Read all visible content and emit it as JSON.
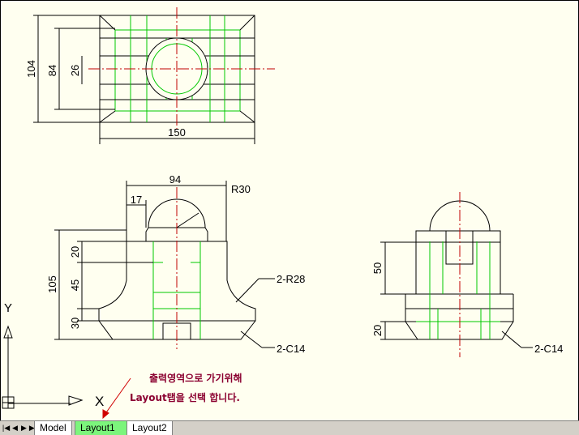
{
  "colors": {
    "background": "#fffff0",
    "geometry": "#000000",
    "hidden": "#00c800",
    "centerline": "#c00000",
    "annotation": "#8b0030",
    "highlight": "#7cf57c"
  },
  "top_view": {
    "dim_width": "150",
    "dim_height_outer": "104",
    "dim_height_mid": "84",
    "dim_height_inner": "26"
  },
  "front_view": {
    "dim_top_width": "94",
    "dim_offset": "17",
    "dim_radius": "R30",
    "dim_total_height": "105",
    "dim_h1": "20",
    "dim_h2": "45",
    "dim_h3": "30",
    "label_fillet": "2-R28",
    "label_chamfer": "2-C14"
  },
  "side_view": {
    "dim_upper": "50",
    "dim_lower": "20",
    "label_chamfer": "2-C14"
  },
  "ucs": {
    "y_label": "Y",
    "x_label": "X"
  },
  "annotation": {
    "line1": "출력영역으로 가기위해",
    "line2": "Layout탭을 선택 합니다."
  },
  "tabs": {
    "nav_first": "|◀",
    "nav_prev": "◀",
    "nav_next": "▶",
    "nav_last": "▶|",
    "model": "Model",
    "layout1": "Layout1",
    "layout2": "Layout2"
  }
}
